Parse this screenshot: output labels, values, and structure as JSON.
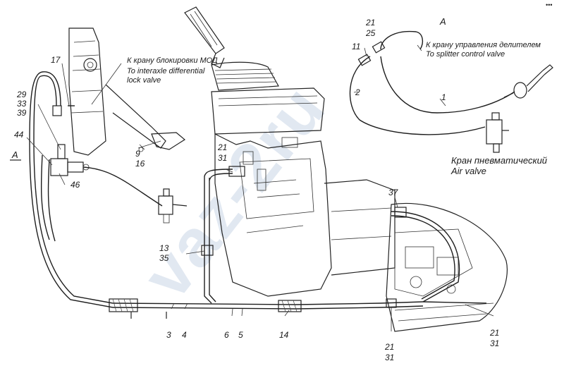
{
  "watermark": "vaz-2ru",
  "view_label": "A",
  "section_mark": "A",
  "corner_mark": "•••",
  "annotations": {
    "interaxle_ru": "К крану блокировки МОД",
    "interaxle_en_1": "To interaxle differential",
    "interaxle_en_2": "lock valve",
    "splitter_ru": "К крану управления делителем",
    "splitter_en": "To splitter control valve",
    "air_valve_ru": "Кран пневматический",
    "air_valve_en": "Air valve"
  },
  "callouts": {
    "c1": "1",
    "c2": "2",
    "c3": "3",
    "c4": "4",
    "c5": "5",
    "c6": "6",
    "c11": "11",
    "c14": "14",
    "c17": "17",
    "c37": "37",
    "c46": "46",
    "c44": "44",
    "c9": "9",
    "c16": "16",
    "stack_29": "29",
    "stack_33": "33",
    "stack_39": "39",
    "stack_21a": "21",
    "stack_25": "25",
    "stack_21b": "21",
    "stack_31b": "31",
    "stack_13": "13",
    "stack_35": "35",
    "stack_21c": "21",
    "stack_31c": "31",
    "stack_21d": "21",
    "stack_31d": "31"
  }
}
